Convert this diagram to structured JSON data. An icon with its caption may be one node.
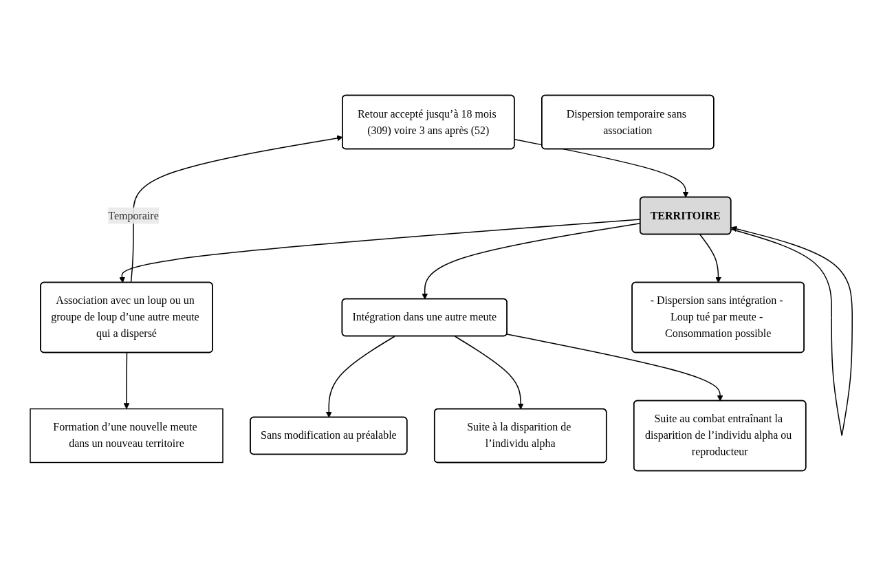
{
  "diagram": {
    "nodes": [
      {
        "text": [
          "Formation d’une nouvelle meute dans un nouveau territoire"
        ]
      },
      {
        "text": [
          "Retour accepté jusqu’à 18 mois (309) voire 3 ans après (52)"
        ]
      },
      {
        "text": [
          "Association avec un loup ou un groupe de loup d’une autre meute qui a dispersé"
        ]
      },
      {
        "text": [
          "TERRITOIRE"
        ]
      },
      {
        "text": [
          "Intégration dans une autre meute"
        ]
      },
      {
        "text": [
          "Sans modification au préalable"
        ]
      },
      {
        "text": [
          "Dispersion temporaire sans association"
        ]
      },
      {
        "text": [
          "Suite à la disparition de l’individu alpha"
        ]
      },
      {
        "text": [
          "- Dispersion sans intégration - Loup tué par meute - Consommation possible"
        ]
      },
      {
        "text": [
          "Suite au combat entraînant la disparition de l’individu alpha ou reproducteur"
        ]
      }
    ],
    "edges": [
      {
        "from": 2,
        "to": 0,
        "arrow": "to"
      },
      {
        "from": 2,
        "to": 1,
        "arrow": "to",
        "label": "Temporaire"
      },
      {
        "from": 1,
        "to": 3,
        "arrow": "to"
      },
      {
        "from": 3,
        "to": 2,
        "arrow": "to"
      },
      {
        "from": 3,
        "to": 4,
        "arrow": "to"
      },
      {
        "from": 4,
        "to": 5,
        "arrow": "to"
      },
      {
        "from": 4,
        "to": 7,
        "arrow": "to"
      },
      {
        "from": 4,
        "to": 9,
        "arrow": "to"
      },
      {
        "from": 3,
        "to": 3,
        "arrow": "to"
      },
      {
        "from": 3,
        "to": 8,
        "arrow": "to"
      }
    ]
  }
}
